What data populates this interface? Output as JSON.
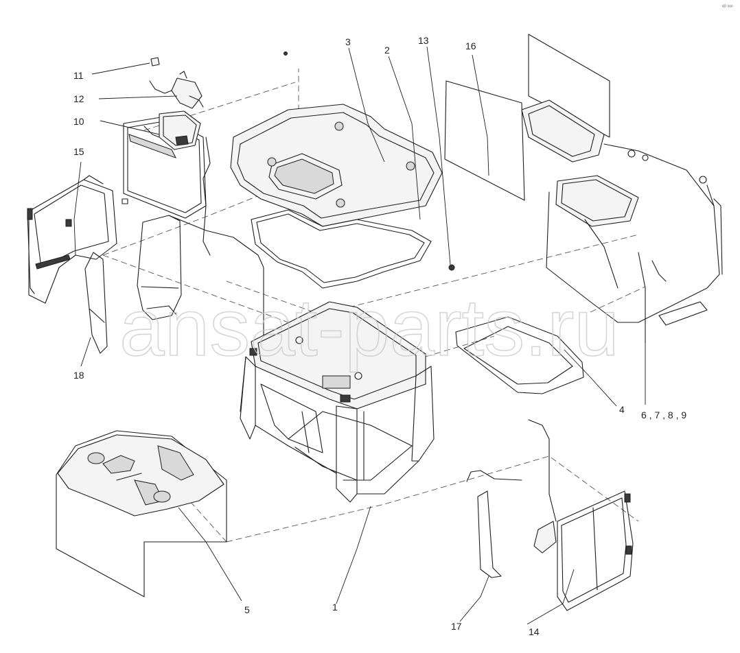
{
  "watermark": "ansat-parts.ru",
  "corner_mark": "ᵉᴰ ᵒᵒᵒ",
  "callouts": [
    {
      "id": "1",
      "label": "1"
    },
    {
      "id": "2",
      "label": "2"
    },
    {
      "id": "3",
      "label": "3"
    },
    {
      "id": "4",
      "label": "4"
    },
    {
      "id": "5",
      "label": "5"
    },
    {
      "id": "6789",
      "label": "6 , 7 , 8 , 9"
    },
    {
      "id": "10",
      "label": "10"
    },
    {
      "id": "11",
      "label": "11"
    },
    {
      "id": "12",
      "label": "12"
    },
    {
      "id": "13",
      "label": "13"
    },
    {
      "id": "14",
      "label": "14"
    },
    {
      "id": "15",
      "label": "15"
    },
    {
      "id": "16",
      "label": "16"
    },
    {
      "id": "17",
      "label": "17"
    },
    {
      "id": "18",
      "label": "18"
    }
  ]
}
